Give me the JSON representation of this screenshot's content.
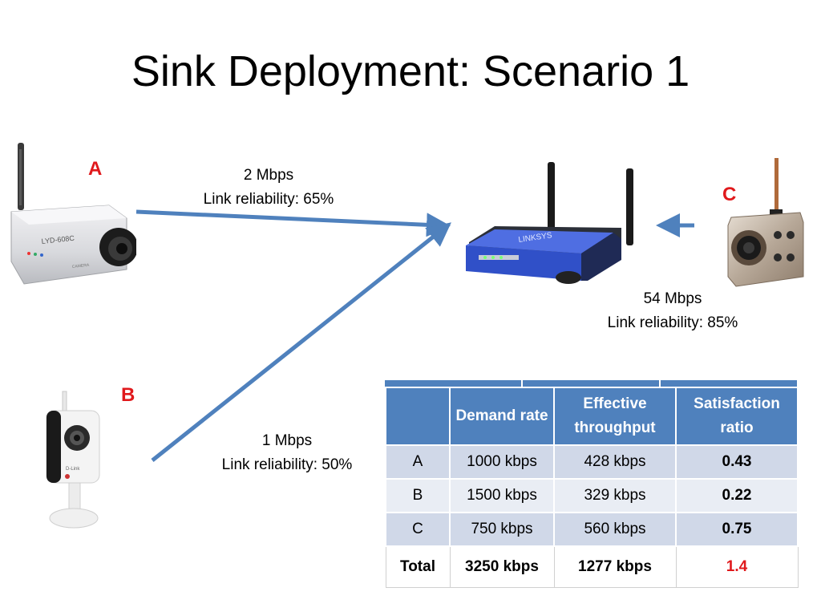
{
  "slide": {
    "title": "Sink Deployment: Scenario 1"
  },
  "nodes": {
    "a": "A",
    "b": "B",
    "c": "C"
  },
  "camera_a": {
    "model_text": "LYD-608C",
    "brand_text": "CAMERA"
  },
  "camera_b": {
    "brand_text": "D-Link"
  },
  "router": {
    "brand_text": "LINKSYS"
  },
  "links": {
    "a": {
      "rate": "2 Mbps",
      "reliability": "Link reliability: 65%"
    },
    "b": {
      "rate": "1 Mbps",
      "reliability": "Link reliability: 50%"
    },
    "c": {
      "rate": "54 Mbps",
      "reliability": "Link reliability: 85%"
    }
  },
  "colors": {
    "arrow": "#4f81bd",
    "node_label": "#e0191c",
    "table_header": "#4f81bd",
    "table_row_odd": "#d0d8e8",
    "table_row_even": "#e9edf4"
  },
  "table": {
    "headers": [
      "",
      "Demand rate",
      "Effective throughput",
      "Satisfaction ratio"
    ],
    "rows": [
      [
        "A",
        "1000 kbps",
        "428 kbps",
        "0.43"
      ],
      [
        "B",
        "1500 kbps",
        "329 kbps",
        "0.22"
      ],
      [
        "C",
        "750 kbps",
        "560 kbps",
        "0.75"
      ]
    ],
    "total": [
      "Total",
      "3250 kbps",
      "1277 kbps",
      "1.4"
    ]
  }
}
